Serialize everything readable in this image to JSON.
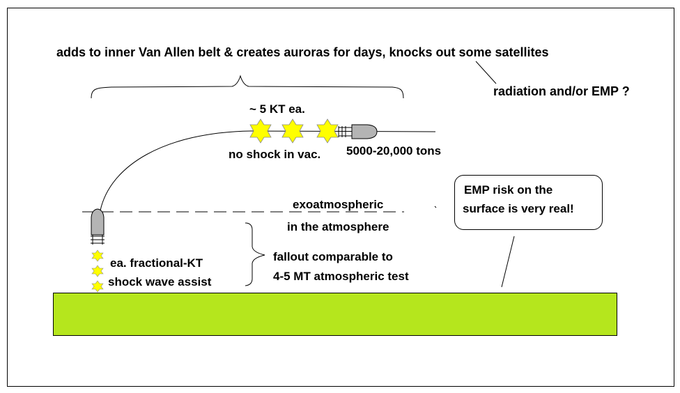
{
  "labels": {
    "van_allen": "adds to inner Van Allen belt & creates auroras for days, knocks out some satellites",
    "radiation": "radiation and/or EMP ?",
    "yield_each": "~ 5 KT ea.",
    "no_shock": "no shock in vac.",
    "mass": "5000-20,000 tons",
    "exo": "exoatmospheric",
    "in_atm": "in the atmosphere",
    "fractional_1": "ea. fractional-KT",
    "fractional_2": "shock wave assist",
    "fallout_1": "fallout comparable to",
    "fallout_2": "4-5 MT atmospheric test",
    "emp_1": "EMP risk on the",
    "emp_2": "surface is very real!"
  },
  "colors": {
    "ground": "#b5e61d",
    "burst": "#ffff00",
    "rocket": "#b4b4b4",
    "line": "#000000"
  }
}
